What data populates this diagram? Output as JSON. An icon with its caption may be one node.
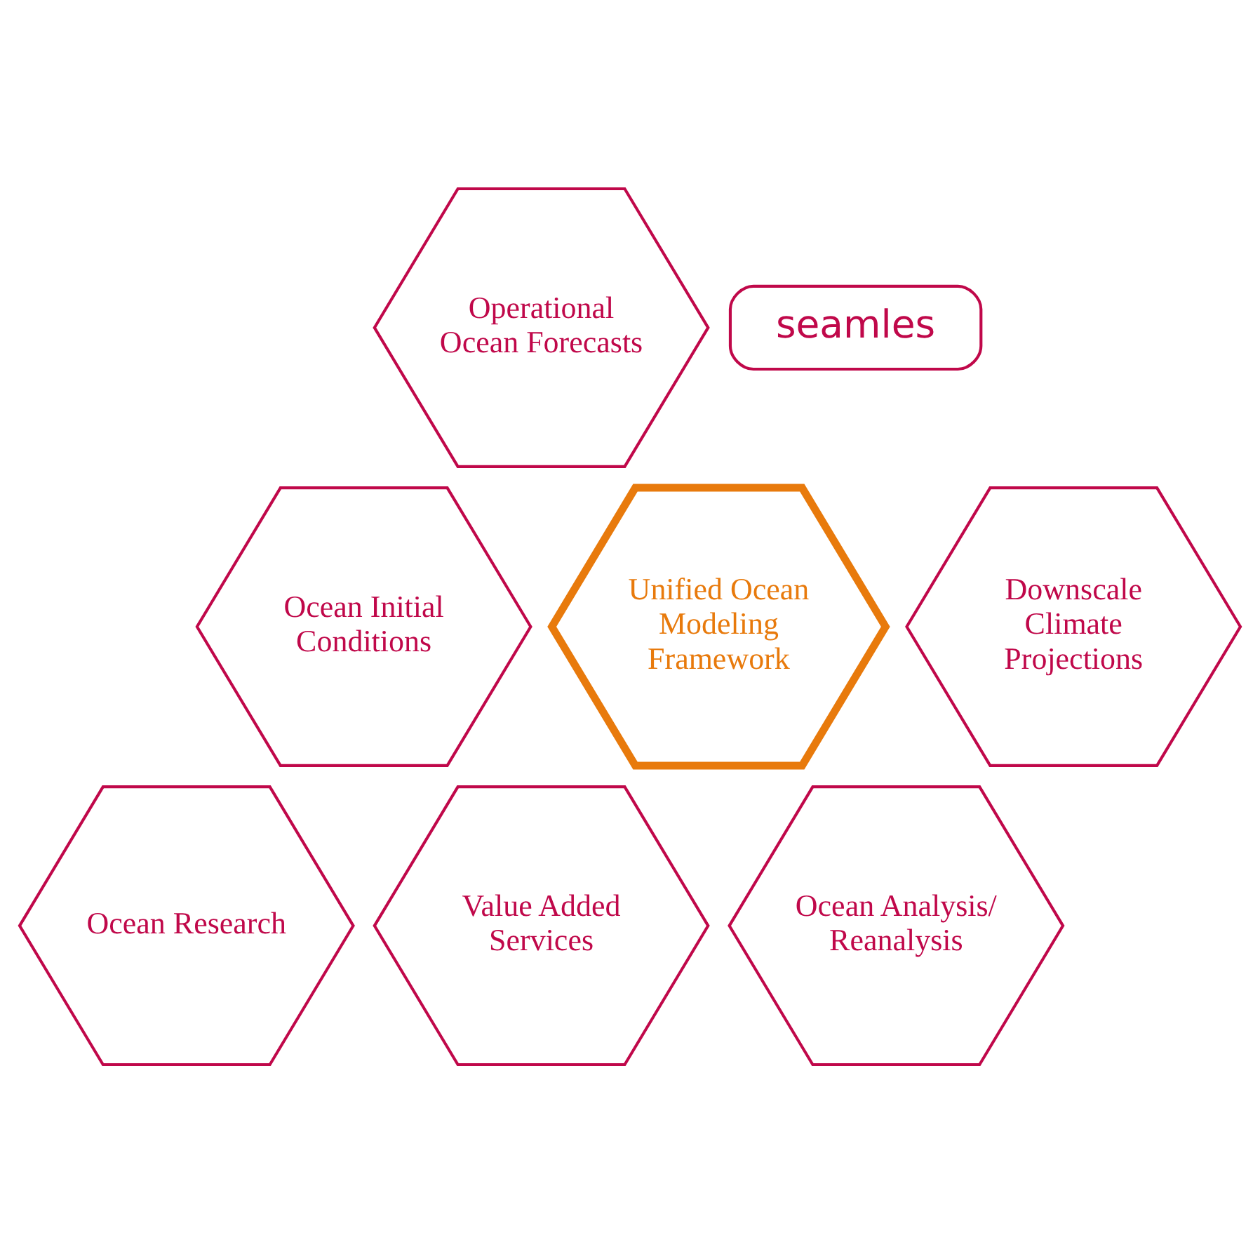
{
  "diagram": {
    "nodes": [
      {
        "text": [
          "seamles"
        ]
      },
      {
        "text": [
          "Operational Ocean Forecasts"
        ]
      },
      {
        "text": [
          "Ocean Initial Conditions"
        ]
      },
      {
        "text": [
          "Downscale Climate Projections"
        ]
      },
      {
        "text": [
          "Unified Ocean Modeling Framework"
        ]
      },
      {
        "text": [
          "Ocean Research"
        ]
      },
      {
        "text": [
          "Ocean Analysis/ Reanalysis"
        ]
      },
      {
        "text": [
          "Value Added Services"
        ]
      }
    ],
    "edges": []
  }
}
